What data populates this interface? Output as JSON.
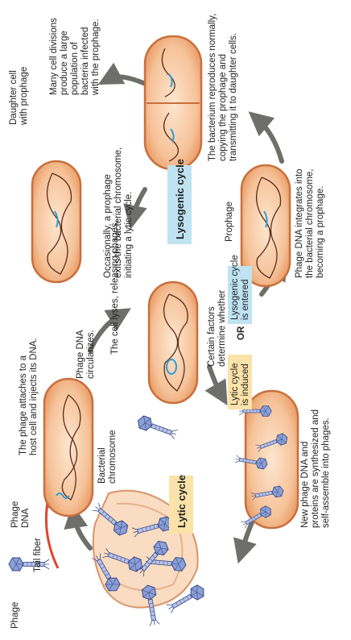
{
  "labels": {
    "phage": "Phage",
    "tail_fiber": "Tail fiber",
    "phage_dna": [
      "Phage",
      "DNA"
    ],
    "attach": [
      "The phage attaches to a",
      "host cell and injects its DNA."
    ],
    "bacterial_chromosome": [
      "Bacterial",
      "chromosome"
    ],
    "lyses": "The cell lyses, releasing phages.",
    "lytic_cycle": "Lytic cycle",
    "circularizes": [
      "Phage DNA",
      "circularizes."
    ],
    "new_phage": [
      "New phage DNA and",
      "proteins are synthesized and",
      "self-assemble into phages."
    ],
    "lytic_induced": [
      "Lytic cycle",
      "is induced"
    ],
    "or": "OR",
    "certain_factors": [
      "Certain factors",
      "determine whether"
    ],
    "lysogenic_entered": [
      "Lysogenic cycle",
      "is entered"
    ],
    "prophage_integrates": [
      "Phage DNA integrates into",
      "the bacterial chromosome,",
      "becoming a prophage."
    ],
    "prophage": "Prophage",
    "lysogenic_cycle": "Lysogenic cycle",
    "occasionally": [
      "Occasionally, a prophage",
      "exits the bacterial chromosome,",
      "initiating a lytic cycle."
    ],
    "daughter_cell": [
      "Daughter cell",
      "with prophage"
    ],
    "reproduces": [
      "The bacterium reproduces normally,",
      "copying the prophage and",
      "transmitting it to daughter cells."
    ],
    "many_divisions": [
      "Many cell divisions",
      "produce a large",
      "population of",
      "bacteria infected",
      "with the prophage."
    ]
  },
  "colors": {
    "cell_fill": "#f4b98a",
    "cell_edge": "#c8703e",
    "cell_inner": "#fbd9b8",
    "dna": "#5a2d1c",
    "phage_dna": "#2b9fd6",
    "phage_head": "#8aa0d6",
    "arrow": "#6e6e6a",
    "red_arrow": "#e0452c",
    "lytic_box": "#fbe2a8",
    "lysogenic_box": "#bfe3f1"
  }
}
